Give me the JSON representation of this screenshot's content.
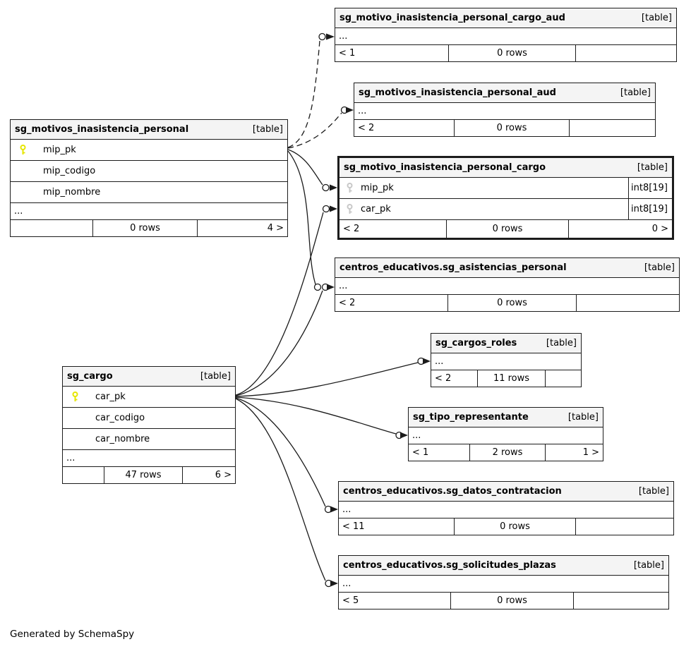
{
  "diagram": {
    "footer_note": "Generated by SchemaSpy",
    "colors": {
      "primary_key_icon": "#e6e600",
      "foreign_key_icon": "#c8c8c8",
      "header_background": "#f4f4f4",
      "border": "#1c1c1c"
    },
    "tables": [
      {
        "name": "sg_motivo_inasistencia_personal_cargo_aud",
        "badge": "[table]",
        "ellipsis": "...",
        "footer": {
          "left": "< 1",
          "center": "0 rows",
          "right": ""
        }
      },
      {
        "name": "sg_motivos_inasistencia_personal_aud",
        "badge": "[table]",
        "ellipsis": "...",
        "footer": {
          "left": "< 2",
          "center": "0 rows",
          "right": ""
        }
      },
      {
        "name": "sg_motivos_inasistencia_personal",
        "badge": "[table]",
        "columns": [
          {
            "name": "mip_pk",
            "key": "primary"
          },
          {
            "name": "mip_codigo",
            "key": ""
          },
          {
            "name": "mip_nombre",
            "key": ""
          }
        ],
        "ellipsis": "...",
        "footer": {
          "left": "",
          "center": "0 rows",
          "right": "4 >"
        }
      },
      {
        "name": "sg_motivo_inasistencia_personal_cargo",
        "badge": "[table]",
        "columns": [
          {
            "name": "mip_pk",
            "key": "foreign",
            "type": "int8[19]"
          },
          {
            "name": "car_pk",
            "key": "foreign",
            "type": "int8[19]"
          }
        ],
        "footer": {
          "left": "< 2",
          "center": "0 rows",
          "right": "0 >"
        }
      },
      {
        "name": "centros_educativos.sg_asistencias_personal",
        "badge": "[table]",
        "ellipsis": "...",
        "footer": {
          "left": "< 2",
          "center": "0 rows",
          "right": ""
        }
      },
      {
        "name": "sg_cargos_roles",
        "badge": "[table]",
        "ellipsis": "...",
        "footer": {
          "left": "< 2",
          "center": "11 rows",
          "right": ""
        }
      },
      {
        "name": "sg_cargo",
        "badge": "[table]",
        "columns": [
          {
            "name": "car_pk",
            "key": "primary"
          },
          {
            "name": "car_codigo",
            "key": ""
          },
          {
            "name": "car_nombre",
            "key": ""
          }
        ],
        "ellipsis": "...",
        "footer": {
          "left": "",
          "center": "47 rows",
          "right": "6 >"
        }
      },
      {
        "name": "sg_tipo_representante",
        "badge": "[table]",
        "ellipsis": "...",
        "footer": {
          "left": "< 1",
          "center": "2 rows",
          "right": "1 >"
        }
      },
      {
        "name": "centros_educativos.sg_datos_contratacion",
        "badge": "[table]",
        "ellipsis": "...",
        "footer": {
          "left": "< 11",
          "center": "0 rows",
          "right": ""
        }
      },
      {
        "name": "centros_educativos.sg_solicitudes_plazas",
        "badge": "[table]",
        "ellipsis": "...",
        "footer": {
          "left": "< 5",
          "center": "0 rows",
          "right": ""
        }
      }
    ]
  }
}
